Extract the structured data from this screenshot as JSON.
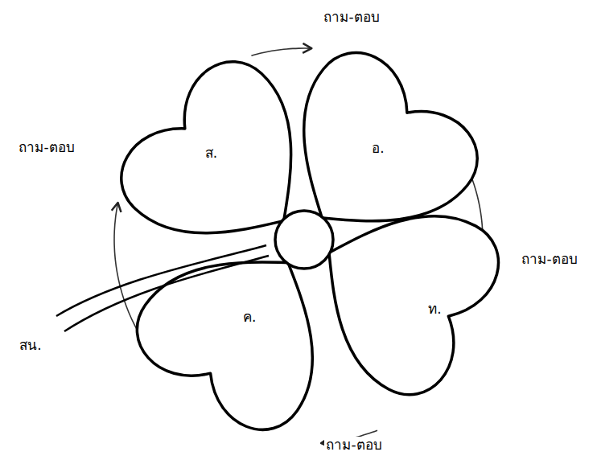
{
  "diagram": {
    "nodes": [
      {
        "text": [
          "ส."
        ]
      },
      {
        "text": [
          "อ."
        ]
      },
      {
        "text": [
          "ท."
        ]
      },
      {
        "text": [
          "ค."
        ]
      }
    ],
    "edges": [
      {
        "from": 0,
        "to": 1,
        "arrow": "to",
        "label": "ถาม-ตอบ"
      },
      {
        "from": 1,
        "to": 2,
        "arrow": "to",
        "label": "ถาม-ตอบ"
      },
      {
        "from": 2,
        "to": 3,
        "arrow": "to",
        "label": "ถาม-ตอบ"
      },
      {
        "from": 3,
        "to": 0,
        "arrow": "to",
        "label": "ถาม-ตอบ"
      }
    ],
    "labels": [
      "สน."
    ]
  }
}
